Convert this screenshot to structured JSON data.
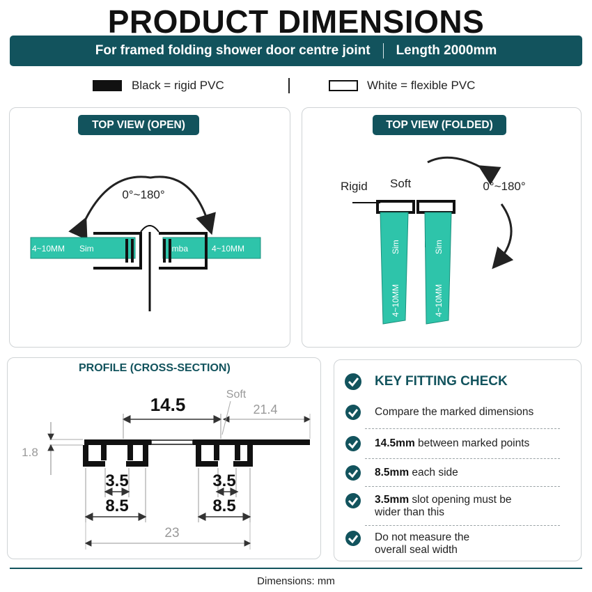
{
  "header": {
    "title": "PRODUCT DIMENSIONS",
    "subtitle_left": "For framed folding shower door centre joint",
    "subtitle_right": "Length 2000mm"
  },
  "legend": {
    "black_label": "Black = rigid PVC",
    "white_label": "White = flexible PVC"
  },
  "top_view_open": {
    "title": "TOP VIEW (OPEN)",
    "angle": "0°~180°",
    "glass_left": "4~10MM",
    "glass_right": "4~10MM",
    "brand_left": "Sim",
    "brand_right": "imba"
  },
  "top_view_folded": {
    "title": "TOP VIEW (FOLDED)",
    "rigid_label": "Rigid",
    "soft_label": "Soft",
    "angle": "0°~180°",
    "glass_left": "4~10MM",
    "glass_right": "4~10MM",
    "brand_left": "Sim",
    "brand_right": "Sim"
  },
  "profile": {
    "title": "PROFILE (CROSS-SECTION)",
    "soft_label": "Soft",
    "dim_gap": "14.5",
    "dim_right": "21.4",
    "dim_height": "1.8",
    "dim_slot_left": "3.5",
    "dim_side_left": "8.5",
    "dim_slot_right": "3.5",
    "dim_side_right": "8.5",
    "dim_total": "23"
  },
  "fitting_check": {
    "title": "KEY FITTING CHECK",
    "items": [
      {
        "bold": "",
        "text": "Compare the marked dimensions"
      },
      {
        "bold": "14.5mm",
        "text": " between marked points"
      },
      {
        "bold": "8.5mm",
        "text": " each side"
      },
      {
        "bold": "3.5mm",
        "text": " slot opening must be wider than this"
      },
      {
        "bold": "",
        "text": "Do not measure the overall seal width"
      }
    ]
  },
  "footer": {
    "text": "Dimensions: mm"
  },
  "colors": {
    "accent": "#12535d",
    "glass": "#2ec4aa",
    "check_icon": "#12535d"
  }
}
